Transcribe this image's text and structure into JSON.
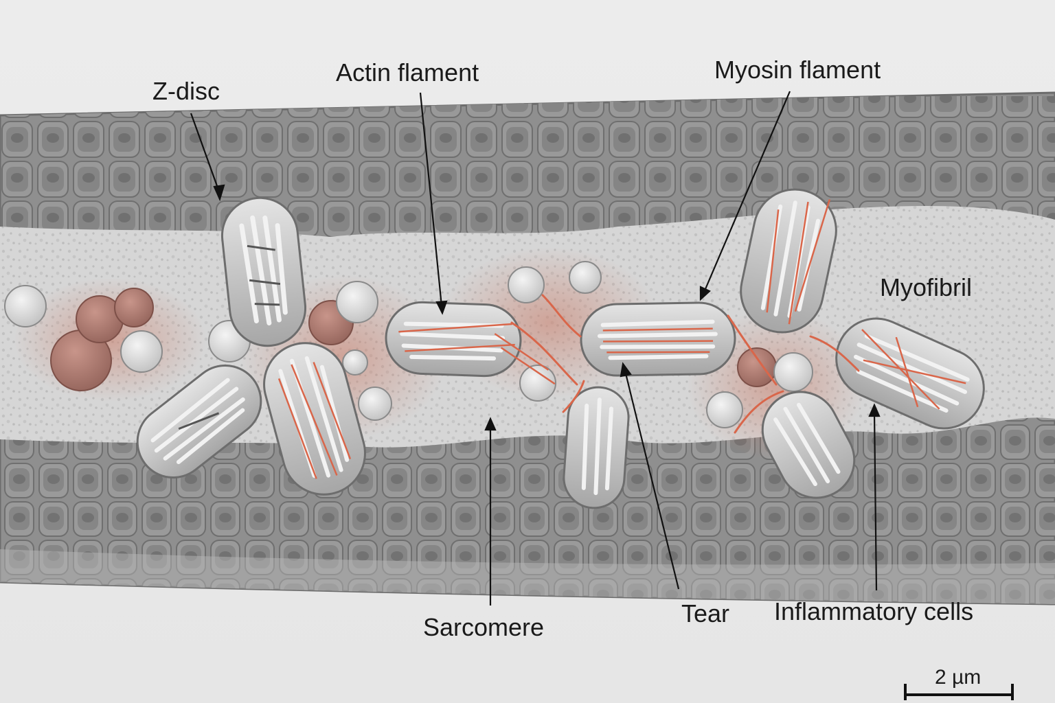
{
  "labels": {
    "z_disc": "Z-disc",
    "actin": "Actin flament",
    "myosin": "Myosin flament",
    "myofibril": "Myofibril",
    "sarcomere": "Sarcomere",
    "tear": "Tear",
    "inflammatory": "Inflammatory cells"
  },
  "scale_bar": {
    "label": "2 µm"
  },
  "colors": {
    "background": "#e9e9e9",
    "fiber": "#8e8e8e",
    "core": "#d3d3d3",
    "inflammation": "#c9735f",
    "filament": "#d9664a"
  }
}
